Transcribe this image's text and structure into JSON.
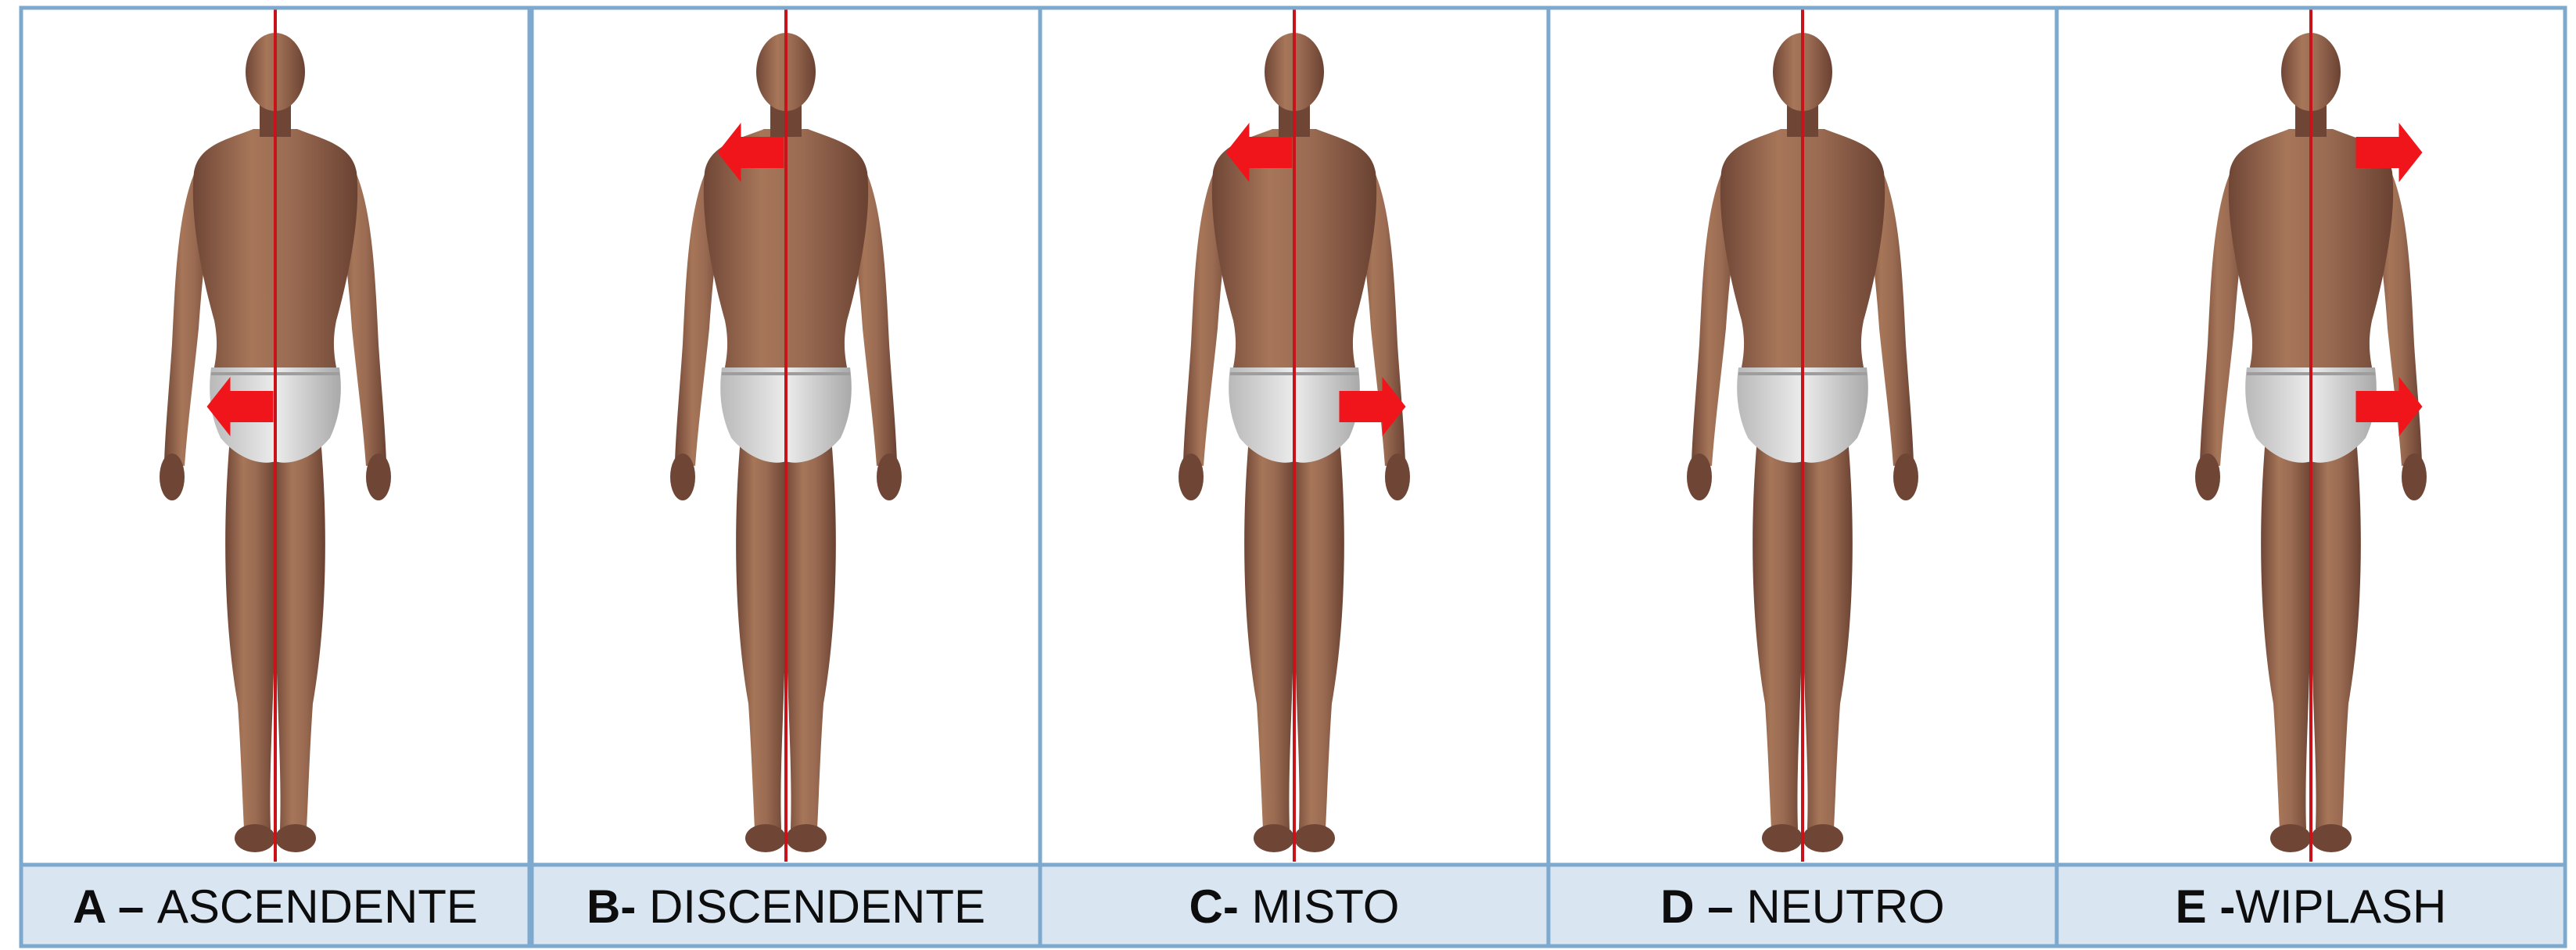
{
  "colors": {
    "frame": "#7da9cf",
    "label_band": "#d9e6f2",
    "panel_bg": "#ffffff",
    "body_axis": "#c8131a",
    "arrow": "#f0141b",
    "skin": "#9a6b52",
    "skin_shadow": "#6f4636",
    "underwear": "#cfcfcf",
    "text": "#0d0d0d"
  },
  "panels": [
    {
      "letter": "A",
      "separator": " – ",
      "name": "ASCENDENTE",
      "arrows": [
        {
          "region": "hip",
          "direction": "left"
        }
      ]
    },
    {
      "letter": "B",
      "separator": "- ",
      "name": "DISCENDENTE",
      "arrows": [
        {
          "region": "shoulder",
          "direction": "left"
        }
      ]
    },
    {
      "letter": "C",
      "separator": "- ",
      "name": "MISTO",
      "arrows": [
        {
          "region": "shoulder",
          "direction": "left"
        },
        {
          "region": "hip",
          "direction": "right"
        }
      ]
    },
    {
      "letter": "D",
      "separator": " – ",
      "name": "NEUTRO",
      "arrows": []
    },
    {
      "letter": "E",
      "separator": " -",
      "name": "WIPLASH",
      "arrows": [
        {
          "region": "shoulder",
          "direction": "right"
        },
        {
          "region": "hip",
          "direction": "right"
        }
      ]
    }
  ]
}
